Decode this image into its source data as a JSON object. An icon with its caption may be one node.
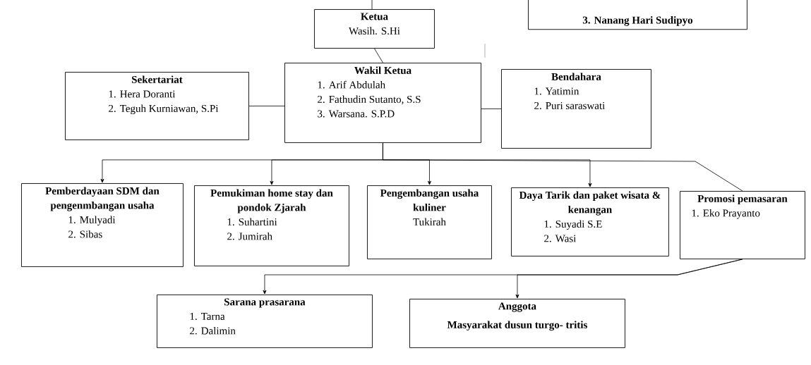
{
  "diagram": {
    "nodes": [
      {
        "text": [
          "Ketua",
          "Wasih. S.Hi"
        ]
      },
      {
        "text": [
          "3. Nanang Hari Sudipyo"
        ]
      },
      {
        "text": [
          "Sekertariat",
          "1. Hera Doranti",
          "2. Teguh Kurniawan, S.Pi"
        ]
      },
      {
        "text": [
          "Wakil Ketua",
          "1. Arif Abdulah",
          "2. Fathudin Sutanto, S.S",
          "3. Warsana. S.P.D"
        ]
      },
      {
        "text": [
          "Bendahara",
          "1. Yatimin",
          "2. Puri saraswati"
        ]
      },
      {
        "text": [
          "Pemberdayaan SDM dan pengenmbangan usaha",
          "1. Mulyadi",
          "2. Sibas"
        ]
      },
      {
        "text": [
          "Pemukiman home stay dan pondok Zjarah",
          "1. Suhartini",
          "2. Jumirah"
        ]
      },
      {
        "text": [
          "Pengembangan usaha kuliner",
          "Tukirah"
        ]
      },
      {
        "text": [
          "Daya Tarik dan paket wisata & kenangan",
          "1. Suyadi S.E",
          "2. Wasi"
        ]
      },
      {
        "text": [
          "Promosi pemasaran",
          "1. Eko Prayanto"
        ]
      },
      {
        "text": [
          "Sarana prasarana",
          "1. Tarna",
          "2. Dalimin"
        ]
      },
      {
        "text": [
          "Anggota",
          "Masyarakat dusun turgo- tritis"
        ]
      }
    ],
    "edges": [
      {
        "from": 0,
        "to": 3,
        "arrow": "none"
      },
      {
        "from": 2,
        "to": 3,
        "arrow": "none"
      },
      {
        "from": 3,
        "to": 4,
        "arrow": "none"
      },
      {
        "from": 3,
        "to": 5,
        "arrow": "to"
      },
      {
        "from": 3,
        "to": 6,
        "arrow": "to"
      },
      {
        "from": 3,
        "to": 7,
        "arrow": "to"
      },
      {
        "from": 3,
        "to": 8,
        "arrow": "to"
      },
      {
        "from": 3,
        "to": 9,
        "arrow": "none"
      },
      {
        "from": 9,
        "to": 10,
        "arrow": "to"
      },
      {
        "from": 9,
        "to": 11,
        "arrow": "to"
      }
    ]
  }
}
